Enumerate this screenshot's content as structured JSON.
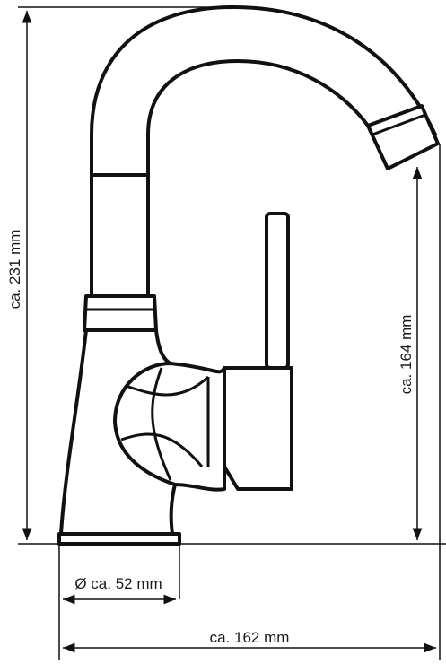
{
  "dimensions": {
    "height_total": "ca. 231 mm",
    "height_spout": "ca. 164 mm",
    "base_diameter": "Ø ca. 52 mm",
    "width_total": "ca. 162 mm"
  }
}
